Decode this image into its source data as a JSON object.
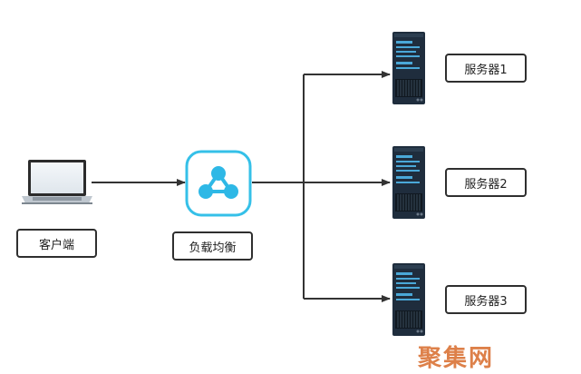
{
  "nodes": {
    "client": {
      "label": "客户端",
      "icon": "laptop-icon"
    },
    "load_balancer": {
      "label": "负载均衡",
      "icon": "load-balancer-icon"
    },
    "servers": [
      {
        "label": "服务器1",
        "icon": "server-icon"
      },
      {
        "label": "服务器2",
        "icon": "server-icon"
      },
      {
        "label": "服务器3",
        "icon": "server-icon"
      }
    ]
  },
  "colors": {
    "arrow": "#333333",
    "lb_border": "#35c0e8",
    "lb_nodes": "#2eb8e6",
    "server_body": "#1f2d3d",
    "server_lines": "#4aa8d8",
    "watermark": "#d86a2a"
  },
  "watermark": {
    "text": "聚集网"
  }
}
